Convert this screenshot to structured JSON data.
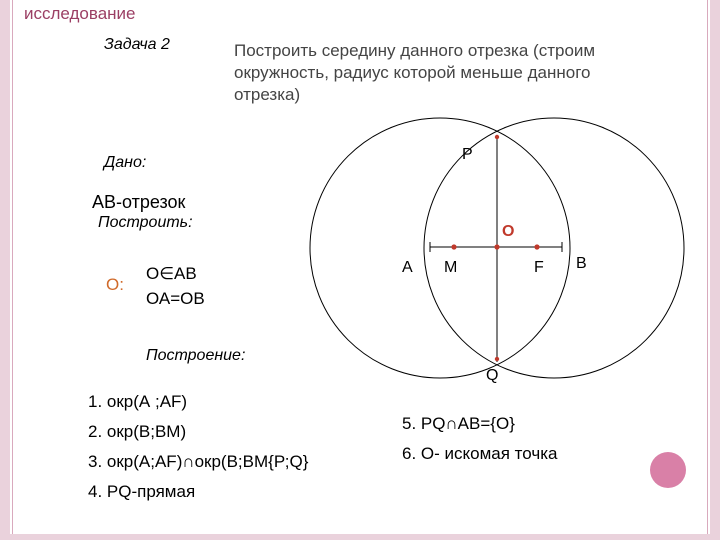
{
  "header": {
    "title": "исследование"
  },
  "task": {
    "title": "Задача 2",
    "text": "Построить середину данного отрезка (строим окружность, радиус которой меньше данного отрезка)"
  },
  "given": {
    "label": "Дано:",
    "segment": "АВ-отрезок",
    "construct_label": "Построить:",
    "o_symbol": "О:",
    "cond1": "О∈АВ",
    "cond2": "ОА=ОВ"
  },
  "construction": {
    "label": "Построение:",
    "steps": [
      "1. окр(А ;АF)",
      "2. окр(В;ВМ)",
      "3. окр(А;АF)∩окр(В;ВМ{Р;Q}",
      "4. PQ-прямая",
      "5.  PQ∩AB={О}",
      "6. О- искомая точка"
    ]
  },
  "figure": {
    "points": {
      "P": "P",
      "Q": "Q",
      "O": "О",
      "A": "А",
      "M": "М",
      "F": "F",
      "B": "В"
    }
  },
  "colors": {
    "header": "#9b3f64",
    "accent": "#d06a2a",
    "frame": "#ead2dc",
    "decoration": "#d980a7"
  }
}
